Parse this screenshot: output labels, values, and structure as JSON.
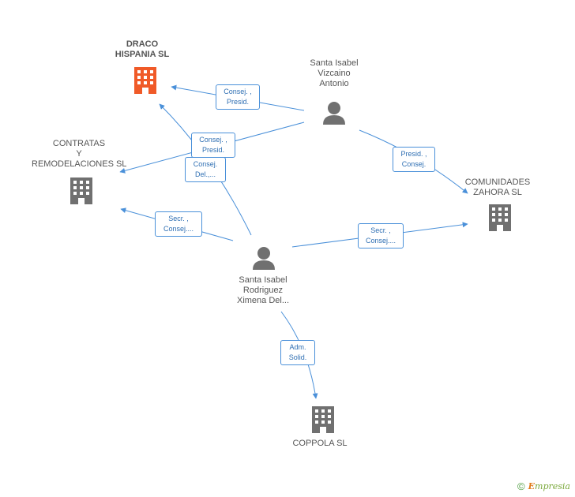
{
  "nodes": {
    "draco": {
      "name": "DRACO HISPANIA SL",
      "lines": [
        "DRACO",
        "HISPANIA SL"
      ],
      "color": "#f05a28"
    },
    "contratas": {
      "name": "CONTRATAS Y REMODELACIONES SL",
      "lines": [
        "CONTRATAS",
        "Y",
        "REMODELACIONES SL"
      ],
      "color": "#707070"
    },
    "comunidades": {
      "name": "COMUNIDADES ZAHORA SL",
      "lines": [
        "COMUNIDADES",
        "ZAHORA SL"
      ],
      "color": "#707070"
    },
    "coppola": {
      "name": "COPPOLA SL",
      "lines": [
        "COPPOLA SL"
      ],
      "color": "#707070"
    },
    "antonio": {
      "name": "Santa Isabel Vizcaino Antonio",
      "lines": [
        "Santa Isabel",
        "Vizcaino",
        "Antonio"
      ],
      "color": "#707070"
    },
    "ximena": {
      "name": "Santa Isabel Rodriguez Ximena Del...",
      "lines": [
        "Santa Isabel",
        "Rodriguez",
        "Ximena Del..."
      ],
      "color": "#707070"
    }
  },
  "edges": {
    "antonio_draco": [
      "Consej. ,",
      "Presid."
    ],
    "antonio_contratas": [
      "Consej. ,",
      "Presid."
    ],
    "ximena_draco": [
      "Consej.",
      "Del.,..."
    ],
    "antonio_comunidades": [
      "Presid. ,",
      "Consej."
    ],
    "ximena_contratas": [
      "Secr. ,",
      "Consej...."
    ],
    "ximena_comunidades": [
      "Secr. ,",
      "Consej...."
    ],
    "ximena_coppola": [
      "Adm.",
      "Solid."
    ]
  },
  "footer": {
    "copyright": "©",
    "brand_first": "E",
    "brand_rest": "mpresia"
  },
  "colors": {
    "edge": "#4a90d9",
    "accent": "#f05a28",
    "node": "#707070"
  }
}
